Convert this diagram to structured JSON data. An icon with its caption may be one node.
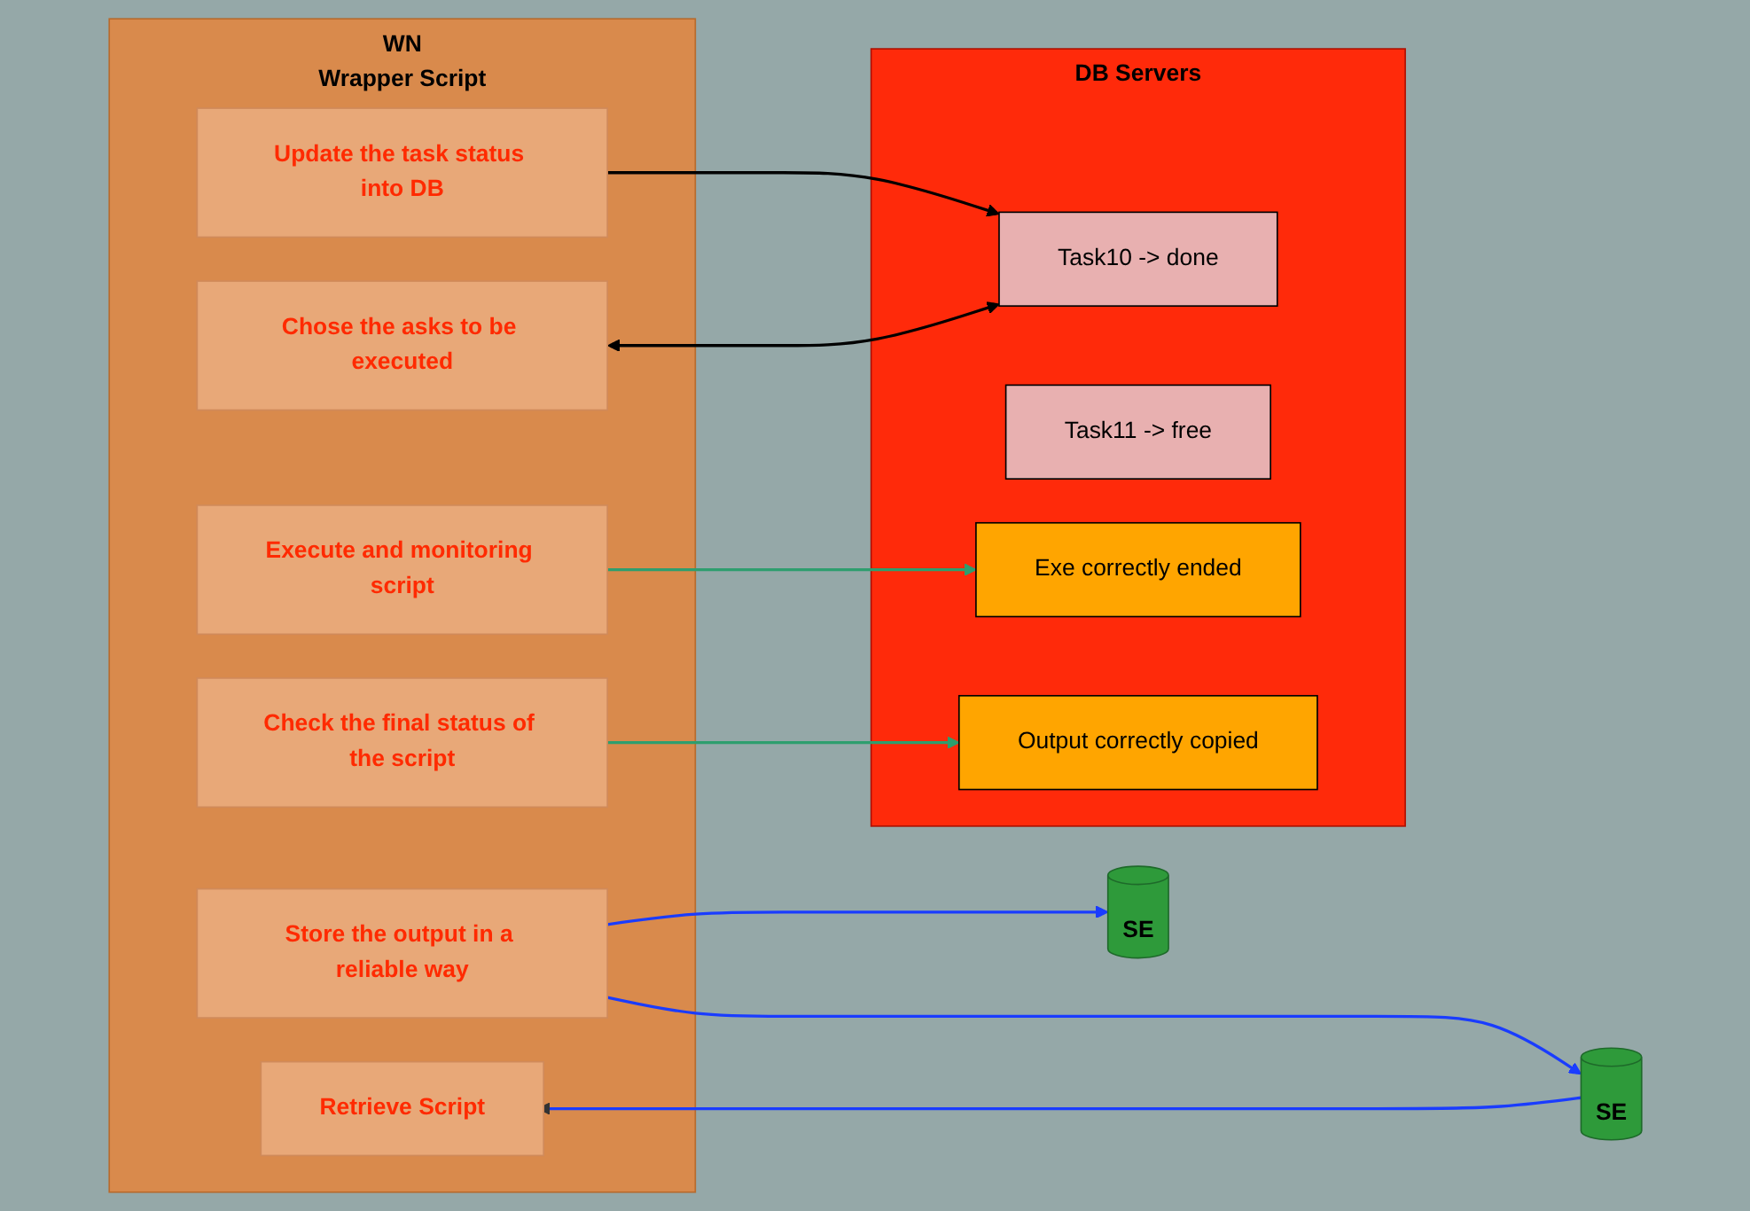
{
  "diagram": {
    "nodes": [
      {
        "text": [
          "WN",
          "Wrapper Script"
        ]
      },
      {
        "text": [
          "Chose the asks to be executed"
        ],
        "in": 0
      },
      {
        "text": [
          "Retrieve Script"
        ],
        "in": 0
      },
      {
        "text": [
          "Execute and monitoring script"
        ],
        "in": 0
      },
      {
        "text": [
          "Store the output in a reliable way"
        ],
        "in": 0
      },
      {
        "text": [
          "Check the final status of the script"
        ],
        "in": 0
      },
      {
        "text": [
          "Update the task status into DB"
        ],
        "in": 0
      },
      {
        "text": [
          "SE"
        ]
      },
      {
        "text": [
          "SE"
        ]
      },
      {
        "text": [
          "DB Servers"
        ]
      },
      {
        "text": [
          "Task10 -> done"
        ],
        "in": 9
      },
      {
        "text": [
          "Task11 -> free"
        ],
        "in": 9
      },
      {
        "text": [
          "Exe correctly ended"
        ],
        "in": 9
      },
      {
        "text": [
          "Output correctly copied"
        ],
        "in": 9
      }
    ],
    "edges": [
      {
        "from": 1,
        "to": 10,
        "arrow": "both",
        "color": "#000000"
      },
      {
        "from": 7,
        "to": 2,
        "arrow": "to",
        "color": "#1a3cff"
      },
      {
        "from": 4,
        "to": 7,
        "arrow": "to",
        "color": "#1a3cff"
      },
      {
        "from": 4,
        "to": 8,
        "arrow": "to",
        "color": "#1a3cff"
      },
      {
        "from": 3,
        "to": 12,
        "arrow": "to",
        "color": "#2e9e6e"
      },
      {
        "from": 5,
        "to": 13,
        "arrow": "to",
        "color": "#2e9e6e"
      },
      {
        "from": 6,
        "to": 10,
        "arrow": "to",
        "color": "#000000"
      }
    ]
  }
}
